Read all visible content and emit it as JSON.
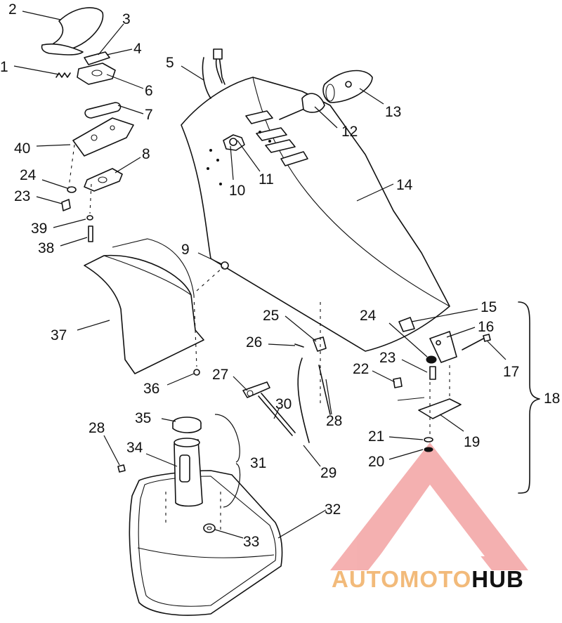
{
  "callouts": [
    "1",
    "2",
    "3",
    "4",
    "5",
    "6",
    "7",
    "8",
    "9",
    "10",
    "11",
    "12",
    "13",
    "14",
    "15",
    "16",
    "17",
    "18",
    "19",
    "20",
    "21",
    "22",
    "23",
    "24",
    "25",
    "26",
    "27",
    "28",
    "29",
    "30",
    "31",
    "32",
    "33",
    "34",
    "35",
    "36",
    "37",
    "38",
    "39",
    "40"
  ],
  "callout_repeats": {
    "24b": "24",
    "23b": "23",
    "28b": "28"
  },
  "watermark": {
    "part1": "AUTO",
    "part2": "MOTO",
    "part3": "HUB",
    "color_auto": "#f2ba7a",
    "color_moto": "#f2ba7a",
    "color_hub": "#111111",
    "logo_color": "#f3a3a3"
  }
}
